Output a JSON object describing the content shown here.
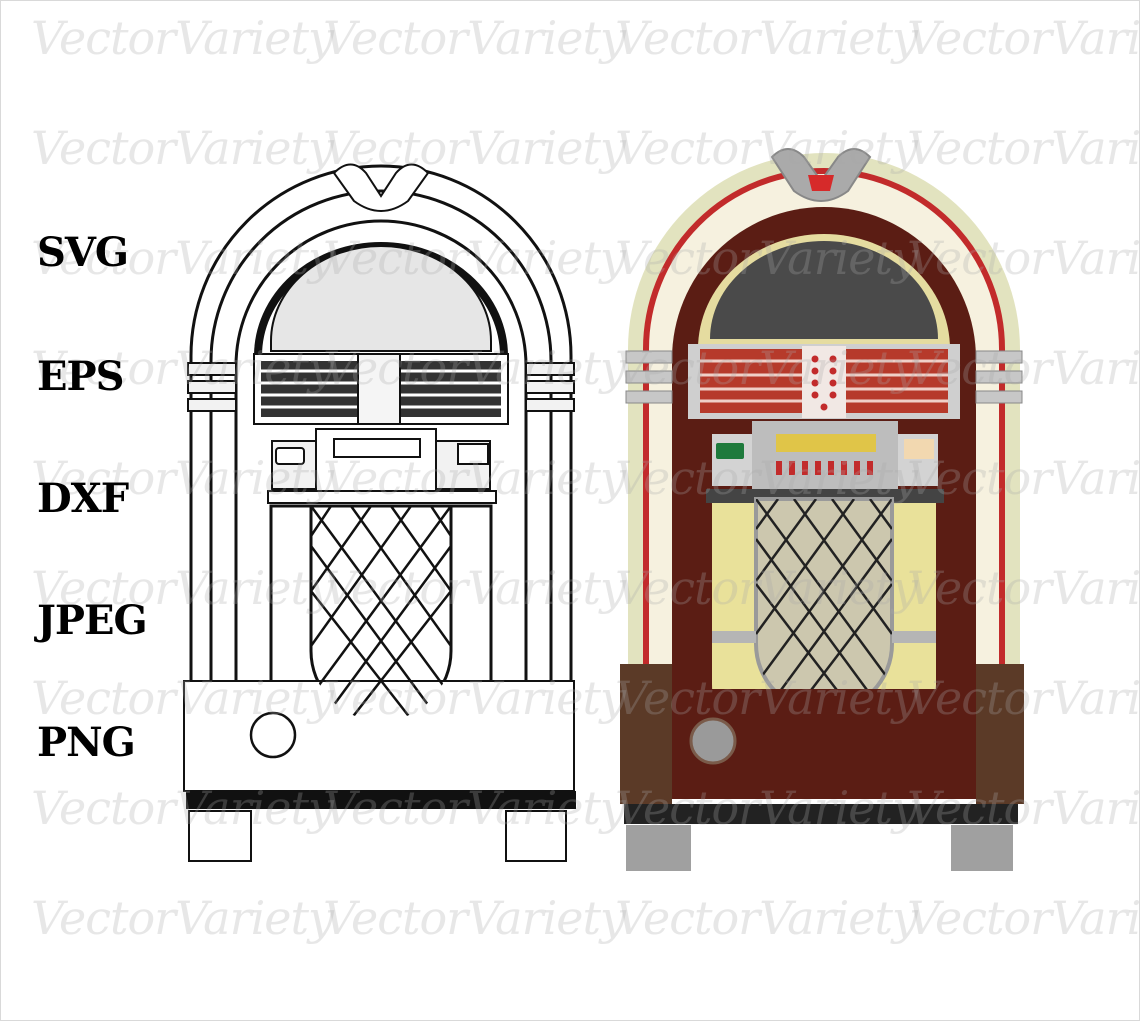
{
  "watermark": {
    "text": "VectorVariety"
  },
  "formats": [
    "SVG",
    "EPS",
    "DXF",
    "JPEG",
    "PNG"
  ],
  "colors": {
    "wood_dark": "#5b1d14",
    "wood_base": "#5b3a27",
    "cream_arch": "#e2e3bf",
    "red_stripe": "#c22b2b",
    "yellow_panel": "#e9e19a",
    "grille_red": "#b63a2b",
    "chrome": "#bdbdbd"
  }
}
